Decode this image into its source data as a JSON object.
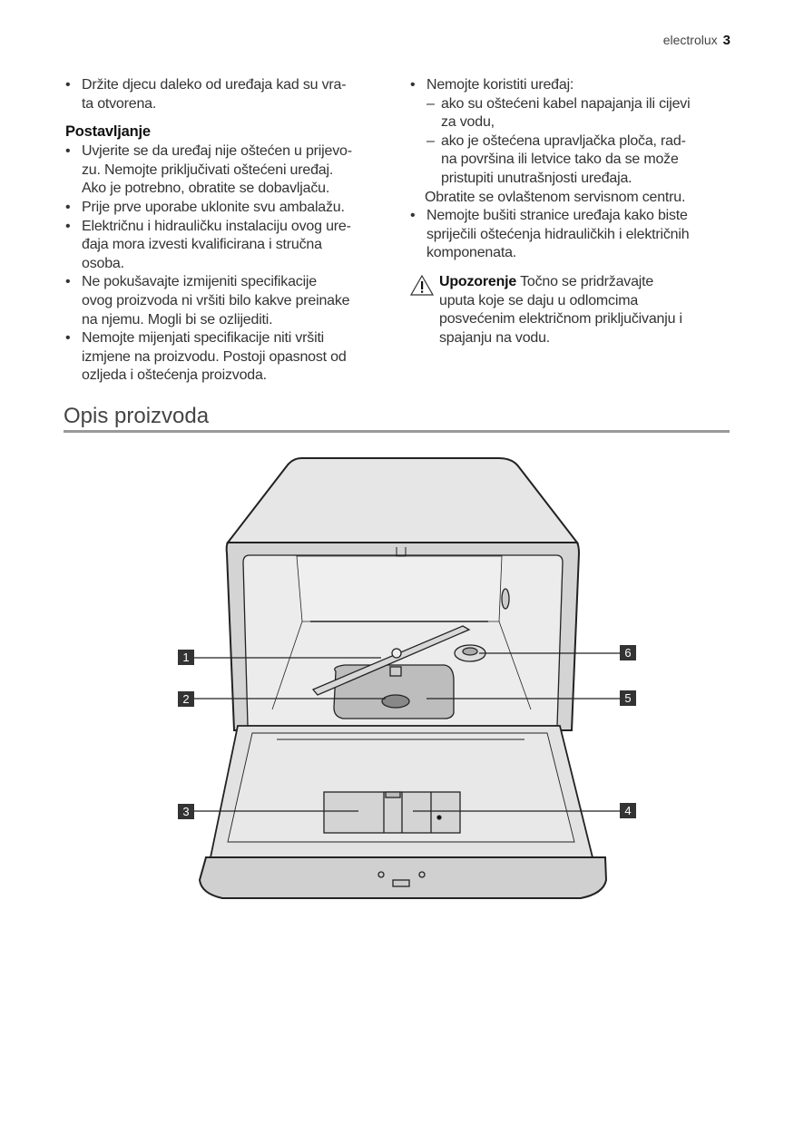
{
  "header": {
    "brand": "electrolux",
    "page": "3"
  },
  "left": {
    "intro": {
      "lines": [
        "Držite djecu daleko od uređaja kad su vra-",
        "ta otvorena."
      ]
    },
    "heading": "Postavljanje",
    "items": [
      {
        "lines": [
          "Uvjerite se da uređaj nije oštećen u prijevo-",
          "zu. Nemojte priključivati oštećeni uređaj.",
          "Ako je potrebno, obratite se dobavljaču."
        ]
      },
      {
        "lines": [
          "Prije prve uporabe uklonite svu ambalažu."
        ]
      },
      {
        "lines": [
          "Električnu i hidrauličku instalaciju ovog ure-",
          "đaja mora izvesti kvalificirana i stručna",
          "osoba."
        ]
      },
      {
        "lines": [
          "Ne pokušavajte izmijeniti specifikacije",
          "ovog proizvoda ni vršiti bilo kakve preinake",
          "na njemu. Mogli bi se ozlijediti."
        ]
      },
      {
        "lines": [
          "Nemojte mijenjati specifikacije niti vršiti",
          "izmjene na proizvodu. Postoji opasnost od",
          "ozljeda i oštećenja proizvoda."
        ]
      }
    ]
  },
  "right": {
    "item1": {
      "lead": "Nemojte koristiti uređaj:",
      "subs": [
        {
          "lines": [
            "ako su oštećeni kabel napajanja ili cijevi",
            "za vodu,"
          ]
        },
        {
          "lines": [
            "ako je oštećena upravljačka ploča, rad-",
            "na površina ili letvice tako da se može",
            "pristupiti unutrašnjosti uređaja."
          ]
        }
      ],
      "tail": "Obratite se ovlaštenom servisnom centru."
    },
    "item2": {
      "lines": [
        "Nemojte bušiti stranice uređaja kako biste",
        "spriječili oštećenja hidrauličkih i električnih",
        "komponenata."
      ]
    },
    "warning": {
      "title": "Upozorenje",
      "first": "Točno se pridržavajte",
      "lines": [
        "uputa koje se daju u odlomcima",
        "posvećenim električnom priključivanju i",
        "spajanju na vodu."
      ]
    }
  },
  "section": {
    "title": "Opis proizvoda"
  },
  "figure": {
    "callouts": [
      "1",
      "2",
      "3",
      "4",
      "5",
      "6"
    ]
  },
  "bullet": "•",
  "dash": "–"
}
